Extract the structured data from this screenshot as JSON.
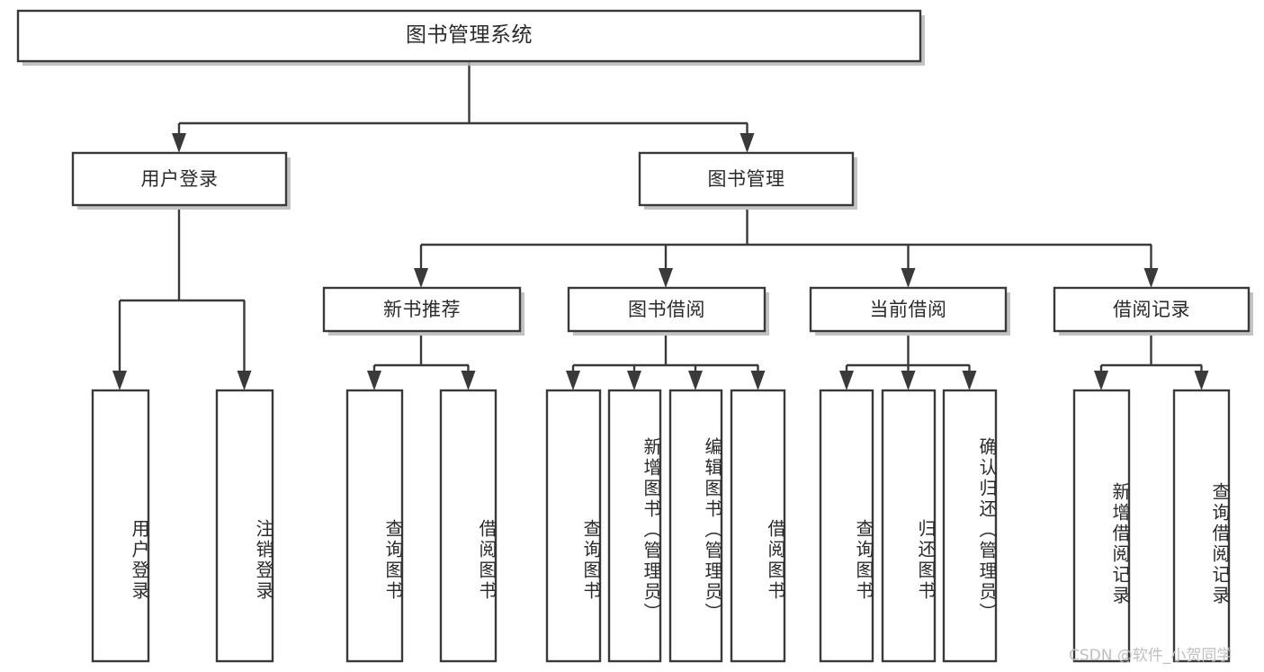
{
  "diagram": {
    "type": "tree-hierarchy-chart",
    "title_node": {
      "id": "root",
      "label": "图书管理系统"
    },
    "level1": [
      {
        "id": "user-login",
        "label": "用户登录"
      },
      {
        "id": "book-management",
        "label": "图书管理"
      }
    ],
    "level2": [
      {
        "id": "new-book-recommend",
        "label": "新书推荐"
      },
      {
        "id": "book-borrow",
        "label": "图书借阅"
      },
      {
        "id": "current-borrow",
        "label": "当前借阅"
      },
      {
        "id": "borrow-record",
        "label": "借阅记录"
      }
    ],
    "leaves": {
      "user_login": [
        {
          "id": "leaf-user-login",
          "label": "用户登录"
        },
        {
          "id": "leaf-logout-login",
          "label": "注销登录"
        }
      ],
      "new_book_recommend": [
        {
          "id": "leaf-query-book-1",
          "label": "查询图书"
        },
        {
          "id": "leaf-borrow-book-1",
          "label": "借阅图书"
        }
      ],
      "book_borrow": [
        {
          "id": "leaf-query-book-2",
          "label": "查询图书"
        },
        {
          "id": "leaf-add-book",
          "label": "新增图书（管理员）"
        },
        {
          "id": "leaf-edit-book",
          "label": "编辑图书（管理员）"
        },
        {
          "id": "leaf-borrow-book-2",
          "label": "借阅图书"
        }
      ],
      "current_borrow": [
        {
          "id": "leaf-query-book-3",
          "label": "查询图书"
        },
        {
          "id": "leaf-return-book",
          "label": "归还图书"
        },
        {
          "id": "leaf-confirm-return",
          "label": "确认归还（管理员）"
        }
      ],
      "borrow_record": [
        {
          "id": "leaf-add-record",
          "label": "新增借阅记录"
        },
        {
          "id": "leaf-query-record",
          "label": "查询借阅记录"
        }
      ]
    },
    "colors": {
      "box_stroke": "#3a3a3a",
      "box_fill": "#ffffff",
      "text": "#2b2b2b",
      "shadow": "#b8b8b8",
      "watermark": "#bfbfbf",
      "background": "#ffffff"
    }
  },
  "watermark": {
    "text": "CSDN @软件_小贺同学"
  }
}
